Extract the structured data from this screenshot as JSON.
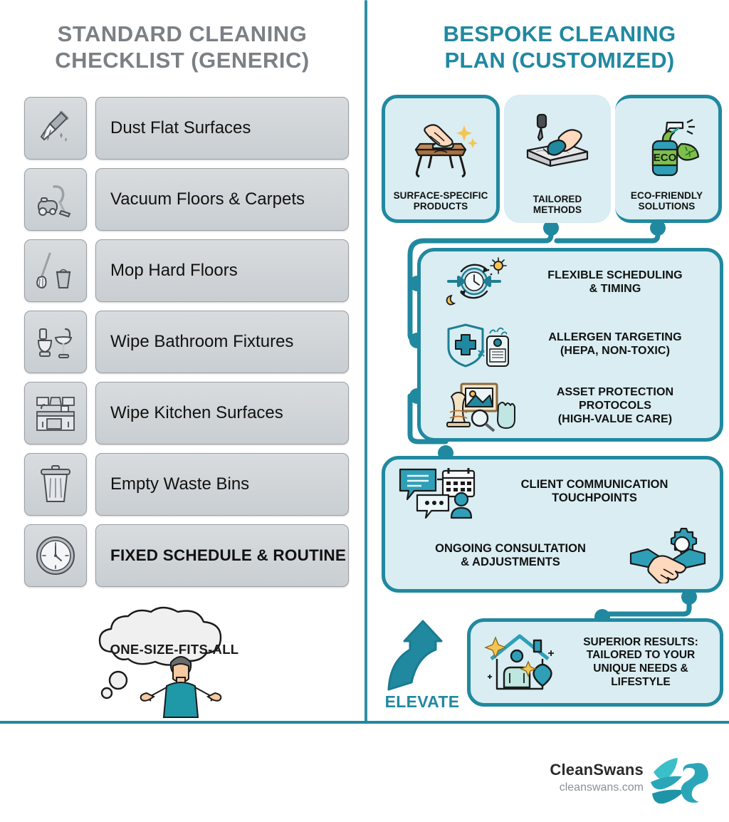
{
  "colors": {
    "teal": "#2089a0",
    "teal_dark": "#1b7a90",
    "panel_fill": "#d9edf2",
    "gray_box": "#d0d4d8",
    "gray_title": "#7b8085"
  },
  "left": {
    "title_line1": "STANDARD CLEANING",
    "title_line2": "CHECKLIST (GENERIC)",
    "items": [
      {
        "icon": "broom-icon",
        "label": "Dust Flat Surfaces",
        "emphasis": false
      },
      {
        "icon": "vacuum-icon",
        "label": "Vacuum Floors & Carpets",
        "emphasis": false
      },
      {
        "icon": "mop-bucket-icon",
        "label": "Mop Hard Floors",
        "emphasis": false
      },
      {
        "icon": "toilet-sink-icon",
        "label": "Wipe Bathroom Fixtures",
        "emphasis": false
      },
      {
        "icon": "kitchen-counter-icon",
        "label": "Wipe Kitchen Surfaces",
        "emphasis": false
      },
      {
        "icon": "trash-bin-icon",
        "label": "Empty Waste Bins",
        "emphasis": false
      },
      {
        "icon": "wall-clock-icon",
        "label": "FIXED SCHEDULE & ROUTINE",
        "emphasis": true
      }
    ],
    "thought_bubble": "ONE-SIZE-FITS-ALL"
  },
  "right": {
    "title_line1": "BESPOKE CLEANING",
    "title_line2": "PLAN (CUSTOMIZED)",
    "top_cards": [
      {
        "icon": "hand-wiping-table-icon",
        "line1": "SURFACE-SPECIFIC",
        "line2": "PRODUCTS"
      },
      {
        "icon": "dropper-marble-hand-icon",
        "line1": "TAILORED",
        "line2": "METHODS"
      },
      {
        "icon": "eco-spray-bottle-icon",
        "line1": "ECO-FRIENDLY",
        "line2": "SOLUTIONS",
        "badge": "ECO"
      }
    ],
    "mid_rows": [
      {
        "icon": "clock-sun-moon-arrows-icon",
        "line1": "FLEXIBLE SCHEDULING",
        "line2": "& TIMING",
        "line3": ""
      },
      {
        "icon": "shield-air-purifier-icon",
        "line1": "ALLERGEN TARGETING",
        "line2": "(HEPA, NON-TOXIC)",
        "line3": ""
      },
      {
        "icon": "vase-frame-magnifier-glove-icon",
        "line1": "ASSET PROTECTION",
        "line2": "PROTOCOLS",
        "line3": "(HIGH-VALUE CARE)"
      }
    ],
    "client_rows": [
      {
        "icon": "chat-calendar-person-icon",
        "line1": "CLIENT COMMUNICATION",
        "line2": "TOUCHPOINTS",
        "icon_side": "left"
      },
      {
        "icon": "handshake-gear-icon",
        "line1": "ONGOING CONSULTATION",
        "line2": "& ADJUSTMENTS",
        "icon_side": "right"
      }
    ],
    "elevate": {
      "icon": "curved-up-arrow-icon",
      "label": "ELEVATE"
    },
    "final_card": {
      "icon": "sparkling-home-heart-icon",
      "line1": "SUPERIOR RESULTS:",
      "line2": "TAILORED TO YOUR",
      "line3": "UNIQUE NEEDS &",
      "line4": "LIFESTYLE"
    }
  },
  "footer": {
    "brand_name": "CleanSwans",
    "brand_url": "cleanswans.com",
    "logo": "swan-logo-icon"
  }
}
